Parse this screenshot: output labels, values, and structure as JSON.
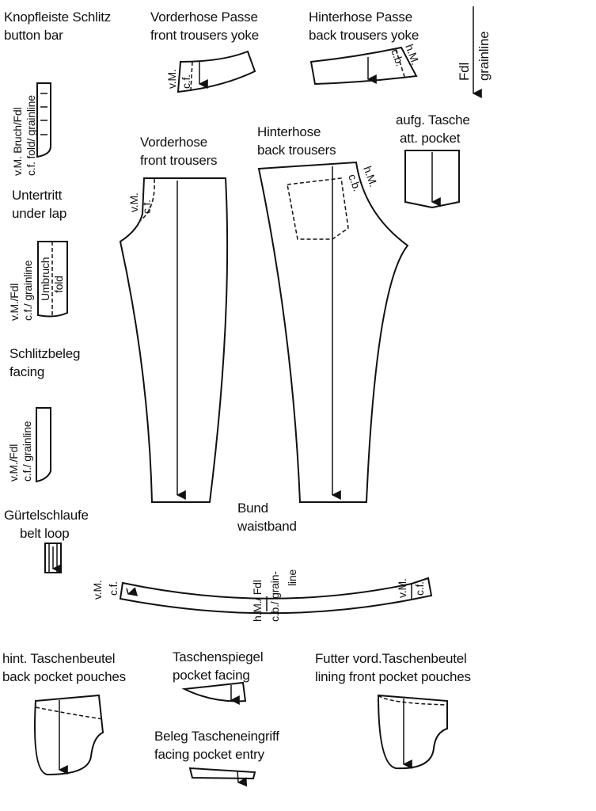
{
  "labels": {
    "button_bar": [
      "Knopfleiste Schlitz",
      "button bar"
    ],
    "front_yoke": [
      "Vorderhose Passe",
      "front trousers yoke"
    ],
    "back_yoke": [
      "Hinterhose Passe",
      "back trousers yoke"
    ],
    "grainline_legend": [
      "Fdl",
      "grainline"
    ],
    "att_pocket": [
      "aufg. Tasche",
      "att. pocket"
    ],
    "front_trousers": [
      "Vorderhose",
      "front trousers"
    ],
    "back_trousers": [
      "Hinterhose",
      "back trousers"
    ],
    "under_lap": [
      "Untertritt",
      "under lap"
    ],
    "facing": [
      "Schlitzbeleg",
      "facing"
    ],
    "belt_loop": [
      "Gürtelschlaufe",
      "belt loop"
    ],
    "waistband": [
      "Bund",
      "waistband"
    ],
    "back_pocket_pouches": [
      "hint. Taschenbeutel",
      "back pocket pouches"
    ],
    "pocket_facing": [
      "Taschenspiegel",
      "pocket facing"
    ],
    "lining_front_pouches": [
      "Futter vord.Taschenbeutel",
      "lining front pocket pouches"
    ],
    "facing_pocket_entry": [
      "Beleg Tascheneingriff",
      "facing pocket entry"
    ]
  },
  "markings": {
    "button_bar": [
      "v.M. Bruch/Fdl",
      "c.f. fold/ grainline"
    ],
    "under_lap": [
      "v.M./Fdl",
      "c.f./ grainline"
    ],
    "under_lap_fold": [
      "Umbruch",
      "fold"
    ],
    "facing": [
      "v.M./Fdl",
      "c.f./ grainline"
    ],
    "front_yoke": [
      "v.M.",
      "c.f."
    ],
    "back_yoke": [
      "h.M.",
      "c.b."
    ],
    "front_trousers": [
      "v.M.",
      "c.f."
    ],
    "back_trousers": [
      "h.M.",
      "c.b."
    ],
    "waistband_left": [
      "v.M.",
      "c.f."
    ],
    "waistband_center": [
      "h.M./ Fdl",
      "c.b./ grain-",
      "line"
    ],
    "waistband_right": [
      "v.M.",
      "c.f."
    ]
  }
}
